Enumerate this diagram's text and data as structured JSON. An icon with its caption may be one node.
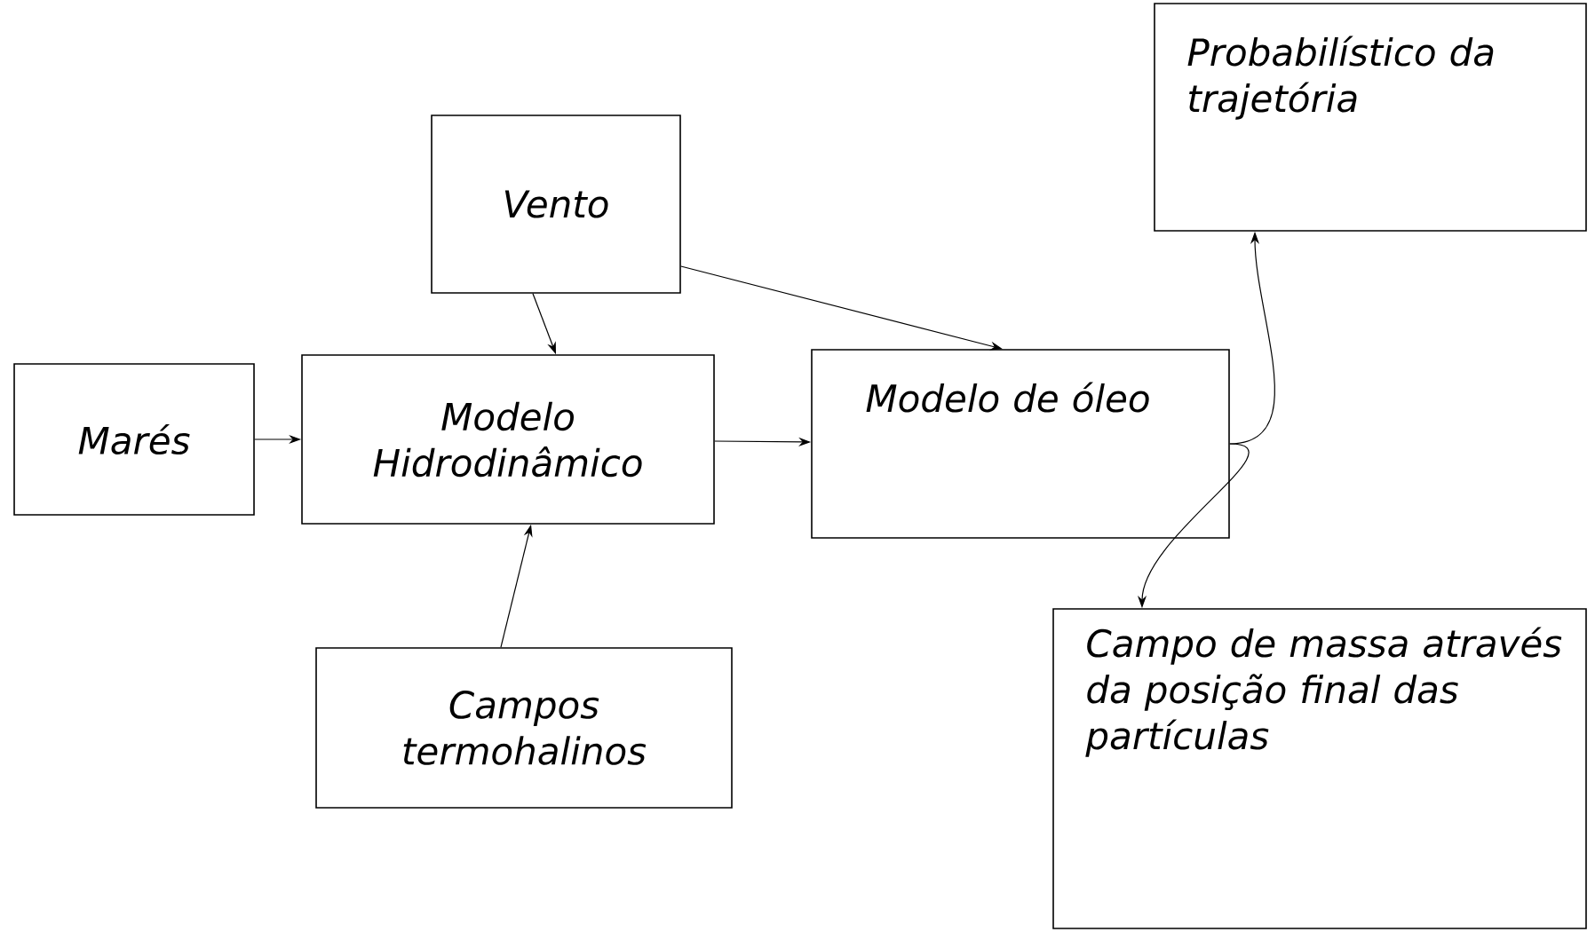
{
  "diagram": {
    "nodes": [
      {
        "text": [
          "Vento"
        ]
      },
      {
        "text": [
          "Marés"
        ]
      },
      {
        "text": [
          "Modelo Hidrodinâmico"
        ]
      },
      {
        "text": [
          "Modelo de óleo"
        ]
      },
      {
        "text": [
          "Campos termohalinos"
        ]
      },
      {
        "text": [
          "Probabilístico da trajetória"
        ]
      },
      {
        "text": [
          "Campo de massa através da posição final das partículas"
        ]
      }
    ],
    "edges": [
      {
        "from": 0,
        "to": 2,
        "arrow": "to"
      },
      {
        "from": 0,
        "to": 3,
        "arrow": "to"
      },
      {
        "from": 1,
        "to": 2,
        "arrow": "to"
      },
      {
        "from": 4,
        "to": 2,
        "arrow": "to"
      },
      {
        "from": 2,
        "to": 3,
        "arrow": "to"
      },
      {
        "from": 3,
        "to": 5,
        "arrow": "to"
      },
      {
        "from": 3,
        "to": 6,
        "arrow": "to"
      }
    ]
  }
}
